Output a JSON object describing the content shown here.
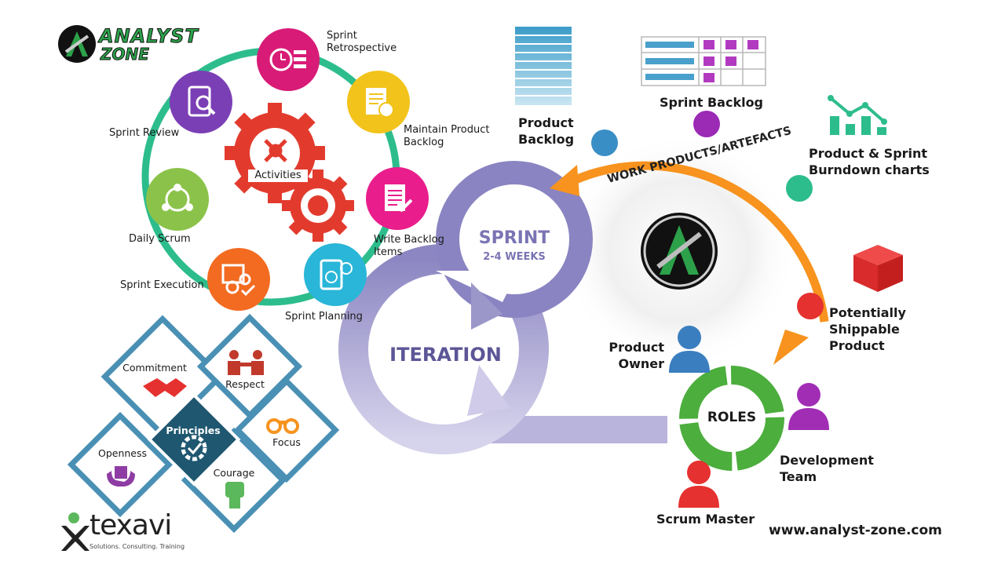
{
  "logo": {
    "top": "ANALYST",
    "bottom": "ZONE"
  },
  "activities": {
    "center": "Activities",
    "items": [
      {
        "label": "Sprint Retrospective",
        "color": "#d81b77",
        "icon": "clock-list-icon"
      },
      {
        "label": "Maintain Product Backlog",
        "color": "#f2c31b",
        "icon": "document-tools-icon"
      },
      {
        "label": "Write Backlog Items",
        "color": "#e91e8c",
        "icon": "document-pen-icon"
      },
      {
        "label": "Sprint Planning",
        "color": "#29b6d8",
        "icon": "tablet-clock-icon"
      },
      {
        "label": "Sprint Execution",
        "color": "#f26b21",
        "icon": "gears-check-icon"
      },
      {
        "label": "Daily Scrum",
        "color": "#8bc34a",
        "icon": "team-icon"
      },
      {
        "label": "Sprint Review",
        "color": "#7b3fb5",
        "icon": "tablet-search-icon"
      }
    ]
  },
  "artefacts": {
    "arc_label": "WORK PRODUCTS/ARTEFACTS",
    "product_backlog": "Product\nBacklog",
    "sprint_backlog": "Sprint Backlog",
    "burndown": "Product & Sprint\nBurndown charts",
    "shippable": "Potentially\nShippable\nProduct"
  },
  "sprint": {
    "title": "SPRINT",
    "subtitle": "2-4 WEEKS",
    "iteration": "ITERATION"
  },
  "roles": {
    "center": "ROLES",
    "product_owner": "Product\nOwner",
    "development_team": "Development\nTeam",
    "scrum_master": "Scrum Master",
    "colors": {
      "product_owner": "#3a7ebf",
      "development_team": "#a12db5",
      "scrum_master": "#e5312f"
    }
  },
  "principles": {
    "center": "Principles",
    "items": [
      "Commitment",
      "Respect",
      "Focus",
      "Openness",
      "Courage"
    ]
  },
  "texavi": {
    "name": "texavi",
    "tagline": "Solutions. Consulting. Training"
  },
  "website": "www.analyst-zone.com",
  "colors": {
    "ring_green": "#2dbd8d",
    "arrow_orange": "#f7931e",
    "iteration_purple": "#9c97c9",
    "roles_green": "#4cae3d",
    "principle_blue": "#4a90b5"
  }
}
